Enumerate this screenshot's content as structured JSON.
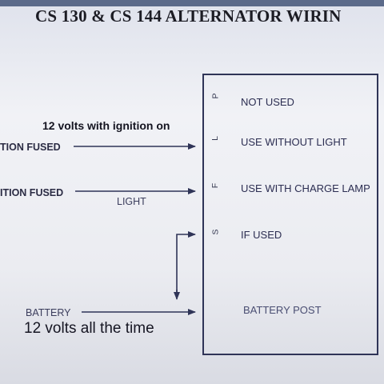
{
  "title": "CS 130 & CS 144 ALTERNATOR WIRIN",
  "pins": [
    {
      "letter": "P",
      "label": "NOT USED"
    },
    {
      "letter": "L",
      "label": "USE WITHOUT LIGHT"
    },
    {
      "letter": "F",
      "label": "USE WITH CHARGE LAMP"
    },
    {
      "letter": "S",
      "label": "IF USED"
    }
  ],
  "battery_post_label": "BATTERY POST",
  "wires": {
    "ignition_note": "12 volts with ignition on",
    "ignition_fused_1": "TION FUSED",
    "ignition_fused_2": "ITION FUSED",
    "light": "LIGHT",
    "battery": "BATTERY",
    "battery_note": "12 volts all the time"
  },
  "colors": {
    "line": "#2f3457",
    "text": "#2c2e52"
  }
}
